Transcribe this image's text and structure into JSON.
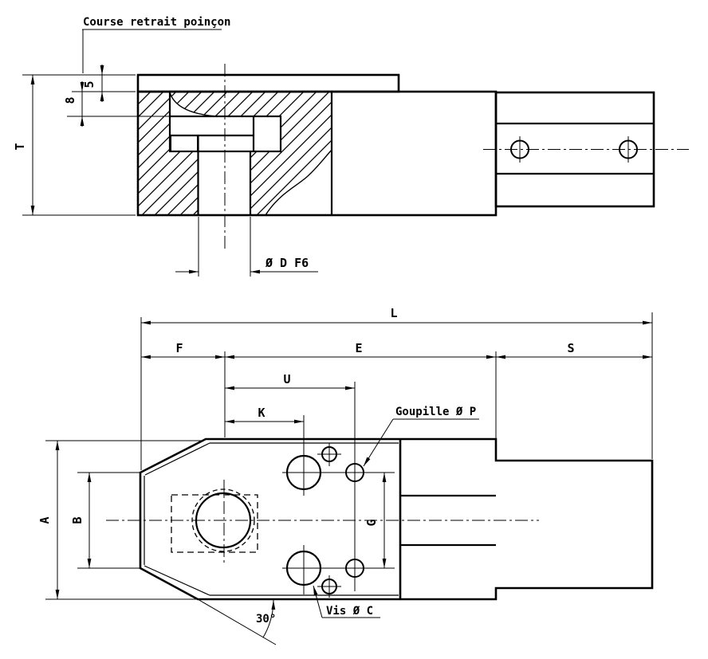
{
  "drawing": {
    "background": "#ffffff",
    "line_color": "#000000",
    "section_view": {
      "course_label": "Course retrait poinçon",
      "dim_5": "5",
      "dim_8": "8",
      "dim_T": "T",
      "dim_diameter": "Ø D F6"
    },
    "plan_view": {
      "dim_L": "L",
      "dim_F": "F",
      "dim_E": "E",
      "dim_S": "S",
      "dim_U": "U",
      "dim_K": "K",
      "dim_A": "A",
      "dim_B": "B",
      "dim_G": "G",
      "pin_label": "Goupille Ø P",
      "screw_label": "Vis Ø C",
      "chamfer_angle": "30°"
    }
  }
}
